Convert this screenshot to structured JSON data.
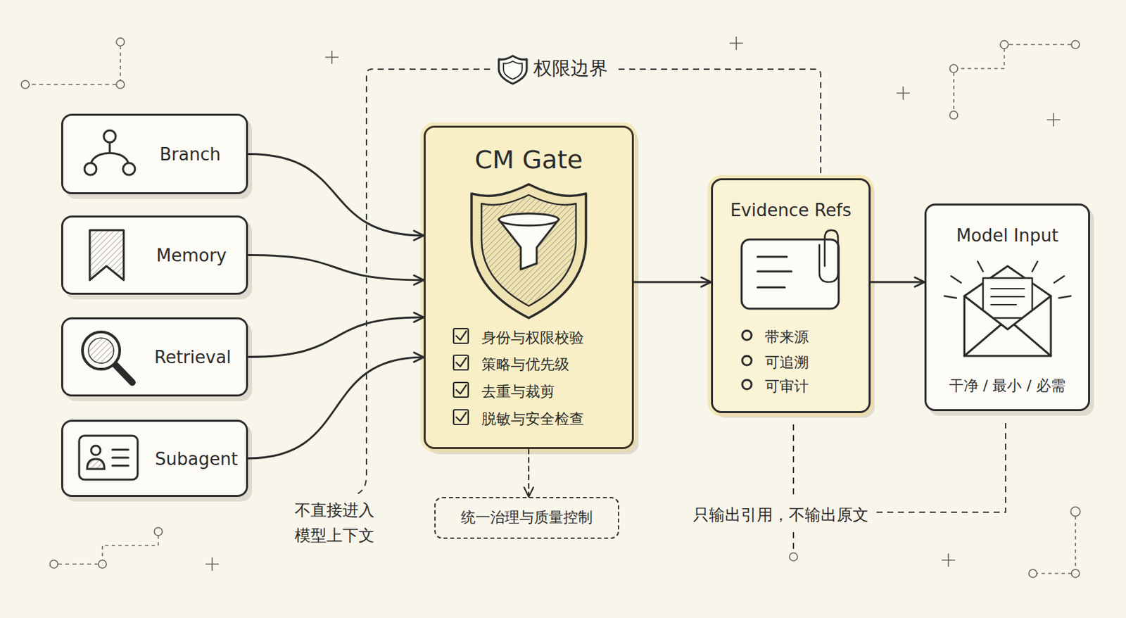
{
  "diagram": {
    "nodes": [
      {
        "text": [
          "Branch"
        ]
      },
      {
        "text": [
          "Memory"
        ]
      },
      {
        "text": [
          "Retrieval"
        ]
      },
      {
        "text": [
          "Subagent"
        ]
      },
      {
        "text": [
          "CM Gate",
          "身份与权限校验",
          "策略与优先级",
          "去重与裁剪",
          "脱敏与安全检查"
        ]
      },
      {
        "text": [
          "统一治理与质量控制"
        ]
      },
      {
        "text": [
          "Evidence Refs",
          "带来源",
          "可追溯",
          "可审计"
        ]
      },
      {
        "text": [
          "Model Input",
          "干净 / 最小 / 必需"
        ]
      }
    ],
    "edges": [
      {
        "from": 0,
        "to": 4,
        "arrow": "to"
      },
      {
        "from": 1,
        "to": 4,
        "arrow": "to"
      },
      {
        "from": 2,
        "to": 4,
        "arrow": "to"
      },
      {
        "from": 3,
        "to": 4,
        "arrow": "to"
      },
      {
        "from": 4,
        "to": 6,
        "arrow": "to"
      },
      {
        "from": 6,
        "to": 7,
        "arrow": "to"
      },
      {
        "from": 4,
        "to": 5,
        "arrow": "to"
      }
    ],
    "labels": [
      "权限边界",
      "不直接进入 模型上下文",
      "只输出引用，不输出原文"
    ]
  }
}
